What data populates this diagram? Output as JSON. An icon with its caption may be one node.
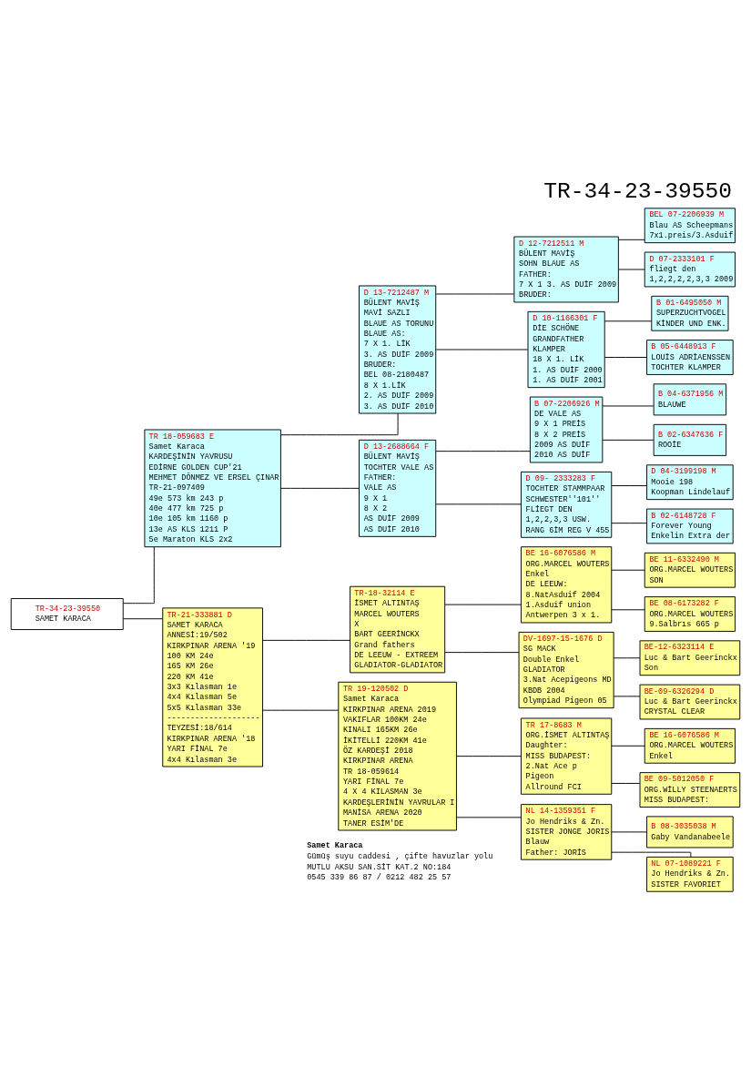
{
  "diagram": {
    "title": "TR-34-23-39550",
    "nodes": [
      {
        "text": [
          "TR-34-23-39550",
          "SAMET KARACA"
        ]
      },
      {
        "text": [
          "TR 18-059683 E",
          "Samet Karaca",
          "KARDEŞİNİN YAVRUSU",
          "EDİRNE GOLDEN CUP'21",
          "MEHMET DÖNMEZ VE ERSEL ÇINAR",
          "TR-21-097409",
          "49e 573 km 243 p",
          "40e 477 km 725 p",
          "10e 105 km 1160 p",
          "13e AS KLS 1211 P",
          "5e Maraton KLS 2x2"
        ]
      },
      {
        "text": [
          "D 13-7212487 M",
          "BÜLENT MAVİŞ",
          "MAVİ SAZLI",
          "BLAUE AS TORUNU",
          "BLAUE AS:",
          "7 X 1. LİK",
          "3. AS DUİF 2009",
          "BRUDER:",
          "BEL 08-2180487",
          "8 X 1.LİK",
          "2. AS DUİF 2009",
          "3. AS DUİF 2010"
        ]
      },
      {
        "text": [
          "D 12-7212511 M",
          "BÜLENT MAVİŞ",
          "SOHN BLAUE AS",
          "FATHER:",
          "7 X 1 3. AS DUİF 2009",
          "BRUDER:"
        ]
      },
      {
        "text": [
          "BEL 07-2206939 M",
          "Blau AS Scheepmans",
          "7x1.preis/3.Asduif"
        ]
      },
      {
        "text": [
          "D 07-2333101 F",
          "fliegt den",
          "1,2,2,2,2,3,3 2009"
        ]
      },
      {
        "text": [
          "D 10-1166301 F",
          "DİE SCHÖNE",
          "GRANDFATHER",
          "KLAMPER",
          "18 X 1. LİK",
          "1. AS DUİF 2000",
          "1. AS DUİF 2001"
        ]
      },
      {
        "text": [
          "B 01-6495050 M",
          "SUPERZUCHTVOGEL",
          "KİNDER UND ENK."
        ]
      },
      {
        "text": [
          "B 05-6448913 F",
          "LOUİS ADRİAENSSEN",
          "TOCHTER KLAMPER"
        ]
      },
      {
        "text": [
          "D 13-2688664 F",
          "BÜLENT MAVİŞ",
          "TOCHTER VALE AS",
          "FATHER:",
          "VALE AS",
          "9 X 1",
          "8 X 2",
          "AS DUİF 2009",
          "AS DUİF 2010"
        ]
      },
      {
        "text": [
          "B 07-2206926 M",
          "DE VALE AS",
          "9 X 1 PREİS",
          "8 X 2 PREİS",
          "2009 AS DUİF",
          "2010 AS DUİF"
        ]
      },
      {
        "text": [
          "B 04-6371956 M",
          "BLAUWE"
        ]
      },
      {
        "text": [
          "B 02-6347636 F",
          "ROOİE"
        ]
      },
      {
        "text": [
          "D 09- 2333283 F",
          "TOCHTER STAMMPAAR",
          "SCHWESTER''101''",
          "FLİEGT DEN",
          "1,2,2,3,3 USW.",
          "RANG 6İM REG V 455"
        ]
      },
      {
        "text": [
          "D 04-3199198 M",
          "Mooie 198",
          "Koopman Lindelauf"
        ]
      },
      {
        "text": [
          "B 02-6148728 F",
          "Forever Young",
          "Enkelin Extra der"
        ]
      },
      {
        "text": [
          "TR-21-333881 D",
          "SAMET KARACA",
          "ANNESİ:19/502",
          "KIRKPINAR ARENA '19",
          "100 KM 24e",
          "165 KM 26e",
          "220 KM 41e",
          "3x3 Kılasman 1e",
          "4x4 Kılasman 5e",
          "5x5 Kılasman 33e",
          "--------------------",
          "TEYZESİ:18/614",
          "KIRKPINAR ARENA '18",
          "YARI FİNAL 7e",
          "4x4 Kılasman 3e"
        ]
      },
      {
        "text": [
          "TR-18-32114 E",
          "İSMET ALTINTAŞ",
          "MARCEL WOUTERS",
          "X",
          "BART GEERİNCKX",
          "Grand fathers",
          "DE LEEUW - EXTREEM",
          "GLADIATOR-GLADIATOR"
        ]
      },
      {
        "text": [
          "BE 16-6076586 M",
          "ORG.MARCEL WOUTERS",
          "Enkel",
          "DE LEEUW:",
          "8.NatAsduif 2004",
          "1.Asduif union",
          "Antwerpen 3 x 1."
        ]
      },
      {
        "text": [
          "BE 11-6332490 M",
          "ORG.MARCEL WOUTERS",
          "SON"
        ]
      },
      {
        "text": [
          "BE 08-6173282 F",
          "ORG.MARCEL WOUTERS",
          "9.Salbrıs 665 p"
        ]
      },
      {
        "text": [
          "DV-1697-15-1676 D",
          "SG MACK",
          "Double Enkel",
          "GLADIATOR",
          "3.Nat Acepigeons MD",
          "KBDB 2004",
          "Olympiad Pigeon 05"
        ]
      },
      {
        "text": [
          "BE-12-6323114 E",
          "Luc & Bart Geerinckx",
          "Son"
        ]
      },
      {
        "text": [
          "BE-09-6326294 D",
          "Luc & Bart Geerinckx",
          "CRYSTAL CLEAR"
        ]
      },
      {
        "text": [
          "TR 19-120502 D",
          "Samet Karaca",
          "KIRKPINAR ARENA 2019",
          "VAKIFLAR 100KM 24e",
          "KINALI 165KM 26e",
          "İKİTELLİ 220KM 41e",
          "ÖZ KARDEŞİ 2018",
          "KIRKPINAR ARENA",
          "TR 18-059614",
          "YARI FİNAL 7e",
          "4 X 4 KILASMAN 3e",
          "KARDEŞLERİNİN YAVRULAR I",
          "MANİSA ARENA 2020",
          "TANER ESİM'DE"
        ]
      },
      {
        "text": [
          "TR 17-8683 M",
          "ORG.İSMET ALTINTAŞ",
          "Daughter:",
          "MISS BUDAPEST:",
          "2.Nat Ace p",
          "Pigeon",
          "Allround FCI"
        ]
      },
      {
        "text": [
          "BE 16-6076586 M",
          "ORG.MARCEL WOUTERS",
          "Enkel"
        ]
      },
      {
        "text": [
          "BE 09-5012050 F",
          "ORG.WİLLY STEENAERTS",
          "MISS BUDAPEST:"
        ]
      },
      {
        "text": [
          "NL 14-1359351 F",
          "Jo Hendriks & Zn.",
          "SISTER JONGE JORIS",
          "Blauw",
          "Father: JORİS"
        ]
      },
      {
        "text": [
          "B 08-3035038 M",
          "Gaby Vandanabeele"
        ]
      },
      {
        "text": [
          "NL 07-1089221 F",
          "Jo Hendriks & Zn.",
          "SISTER FAVORIET"
        ]
      }
    ],
    "edges": [
      {
        "from": 0,
        "to": 1,
        "arrow": "none"
      },
      {
        "from": 1,
        "to": 2,
        "arrow": "none"
      },
      {
        "from": 2,
        "to": 3,
        "arrow": "none"
      },
      {
        "from": 3,
        "to": 4,
        "arrow": "none"
      },
      {
        "from": 3,
        "to": 5,
        "arrow": "none"
      },
      {
        "from": 2,
        "to": 6,
        "arrow": "none"
      },
      {
        "from": 6,
        "to": 7,
        "arrow": "none"
      },
      {
        "from": 6,
        "to": 8,
        "arrow": "none"
      },
      {
        "from": 1,
        "to": 9,
        "arrow": "none"
      },
      {
        "from": 9,
        "to": 10,
        "arrow": "none"
      },
      {
        "from": 10,
        "to": 11,
        "arrow": "none"
      },
      {
        "from": 10,
        "to": 12,
        "arrow": "none"
      },
      {
        "from": 9,
        "to": 13,
        "arrow": "none"
      },
      {
        "from": 13,
        "to": 14,
        "arrow": "none"
      },
      {
        "from": 13,
        "to": 15,
        "arrow": "none"
      },
      {
        "from": 0,
        "to": 16,
        "arrow": "none"
      },
      {
        "from": 16,
        "to": 17,
        "arrow": "none"
      },
      {
        "from": 17,
        "to": 18,
        "arrow": "none"
      },
      {
        "from": 18,
        "to": 19,
        "arrow": "none"
      },
      {
        "from": 18,
        "to": 20,
        "arrow": "none"
      },
      {
        "from": 17,
        "to": 21,
        "arrow": "none"
      },
      {
        "from": 21,
        "to": 22,
        "arrow": "none"
      },
      {
        "from": 21,
        "to": 23,
        "arrow": "none"
      },
      {
        "from": 16,
        "to": 24,
        "arrow": "none"
      },
      {
        "from": 24,
        "to": 25,
        "arrow": "none"
      },
      {
        "from": 25,
        "to": 26,
        "arrow": "none"
      },
      {
        "from": 25,
        "to": 27,
        "arrow": "none"
      },
      {
        "from": 24,
        "to": 28,
        "arrow": "none"
      },
      {
        "from": 28,
        "to": 29,
        "arrow": "none"
      },
      {
        "from": 28,
        "to": 30,
        "arrow": "none"
      }
    ],
    "labels": [
      "Samet Karaca",
      "Gümüş suyu caddesi , çifte havuzlar yolu",
      "MUTLU AKSU SAN.SİT KAT.2 NO:184",
      "0545 339 86 87 / 0212 482 25 57"
    ]
  }
}
